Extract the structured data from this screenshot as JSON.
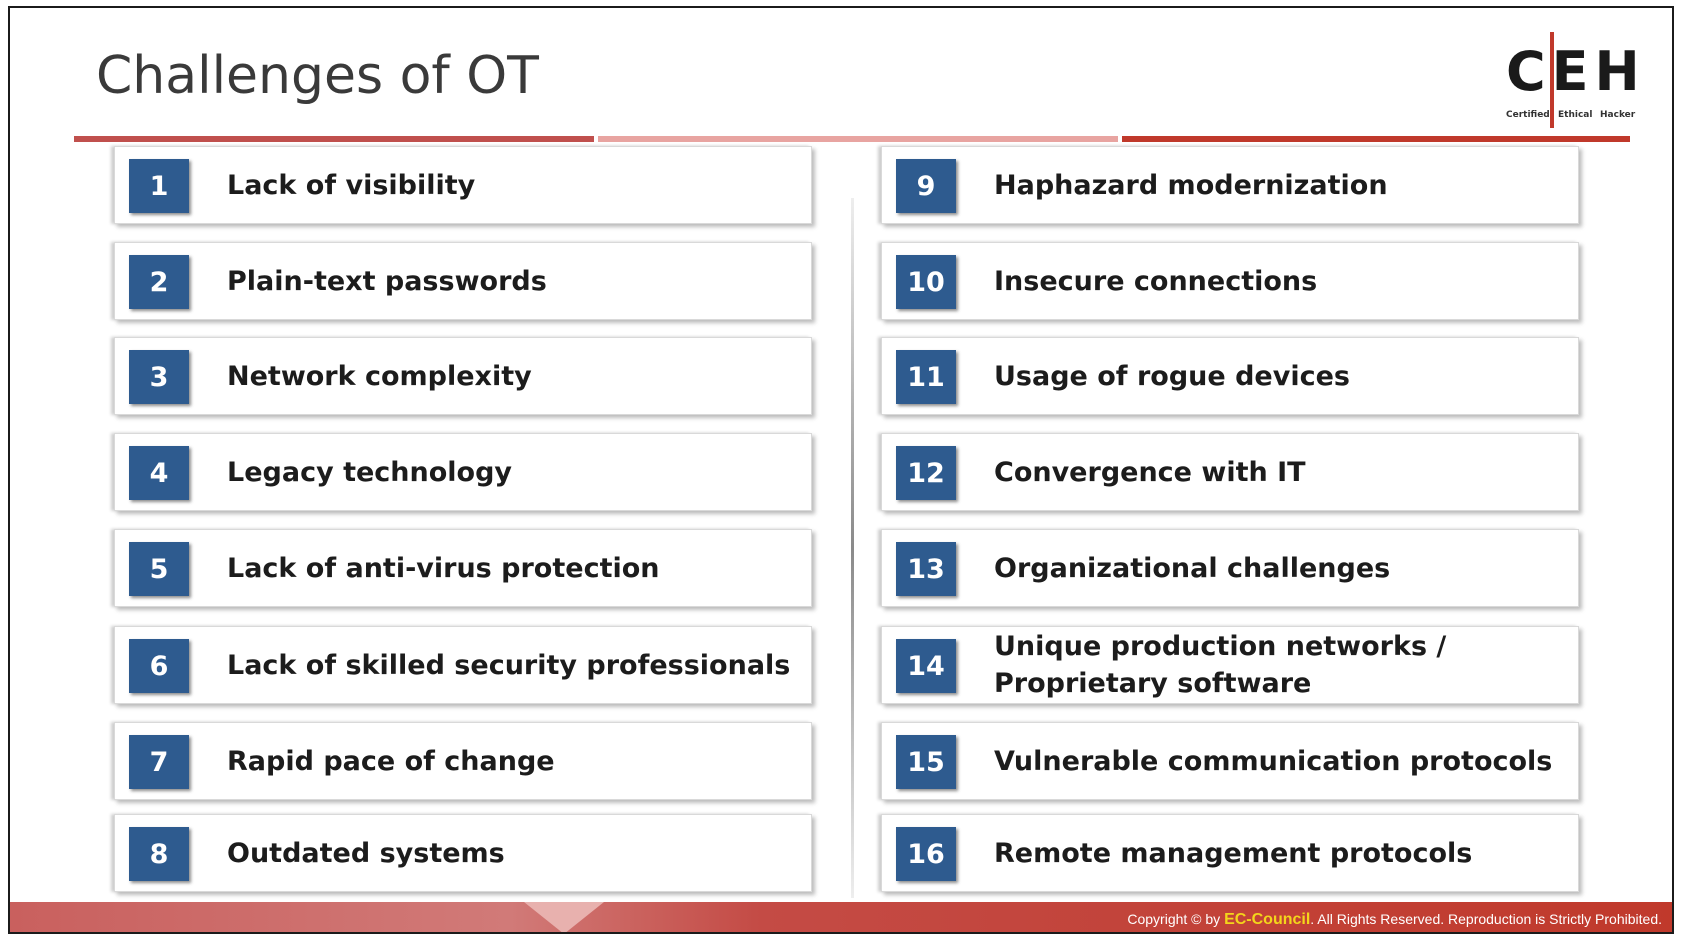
{
  "slide": {
    "title": "Challenges of OT"
  },
  "logo": {
    "letters": "CEH",
    "sub1": "Certified",
    "sub2": "Ethical",
    "sub3": "Hacker"
  },
  "left_items": [
    {
      "num": "1",
      "label": "Lack of visibility"
    },
    {
      "num": "2",
      "label": "Plain-text passwords"
    },
    {
      "num": "3",
      "label": "Network complexity"
    },
    {
      "num": "4",
      "label": "Legacy technology"
    },
    {
      "num": "5",
      "label": "Lack of anti-virus protection"
    },
    {
      "num": "6",
      "label": "Lack of skilled security professionals"
    },
    {
      "num": "7",
      "label": "Rapid pace of change"
    },
    {
      "num": "8",
      "label": "Outdated systems"
    }
  ],
  "right_items": [
    {
      "num": "9",
      "label": "Haphazard modernization"
    },
    {
      "num": "10",
      "label": "Insecure connections"
    },
    {
      "num": "11",
      "label": "Usage of rogue devices"
    },
    {
      "num": "12",
      "label": "Convergence with IT"
    },
    {
      "num": "13",
      "label": "Organizational challenges"
    },
    {
      "num": "14",
      "label": "Unique production networks / Proprietary software"
    },
    {
      "num": "15",
      "label": "Vulnerable communication protocols"
    },
    {
      "num": "16",
      "label": "Remote management protocols"
    }
  ],
  "footer": {
    "prefix": "Copyright © by ",
    "brand": "EC-Council",
    "suffix": ". All Rights Reserved. Reproduction is Strictly Prohibited."
  },
  "colors": {
    "number_box": "#2e5b8f",
    "accent_red": "#c0392b",
    "brand_yellow": "#f3d51b"
  }
}
